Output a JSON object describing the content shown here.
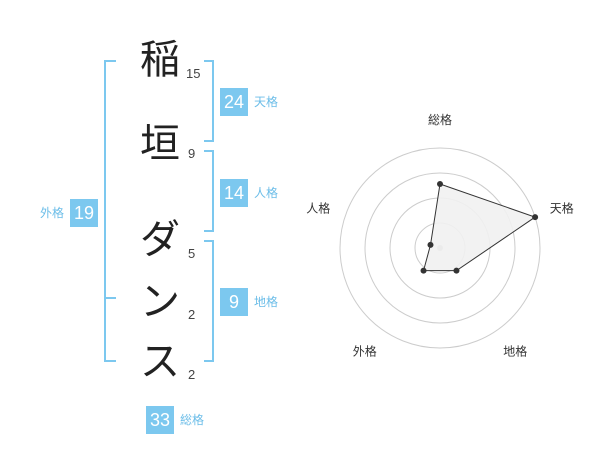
{
  "name": {
    "characters": [
      {
        "char": "稲",
        "strokes": "15"
      },
      {
        "char": "垣",
        "strokes": "9"
      },
      {
        "char": "ダ",
        "strokes": "5"
      },
      {
        "char": "ン",
        "strokes": "2"
      },
      {
        "char": "ス",
        "strokes": "2"
      }
    ]
  },
  "kakusu": {
    "tenkaku": {
      "value": "24",
      "label": "天格"
    },
    "jinkaku": {
      "value": "14",
      "label": "人格"
    },
    "chikaku": {
      "value": "9",
      "label": "地格"
    },
    "gaikaku": {
      "value": "19",
      "label": "外格"
    },
    "soukaku": {
      "value": "33",
      "label": "総格"
    }
  },
  "chart_data": {
    "type": "radar",
    "axes": [
      "総格",
      "天格",
      "地格",
      "外格",
      "人格"
    ],
    "values": [
      3,
      5,
      1,
      1,
      0
    ],
    "max": 5,
    "rings": 4,
    "colors": {
      "fill": "#f1f1f1",
      "stroke": "#333333",
      "grid": "#cccccc",
      "accent": "#7cc8ef"
    }
  }
}
